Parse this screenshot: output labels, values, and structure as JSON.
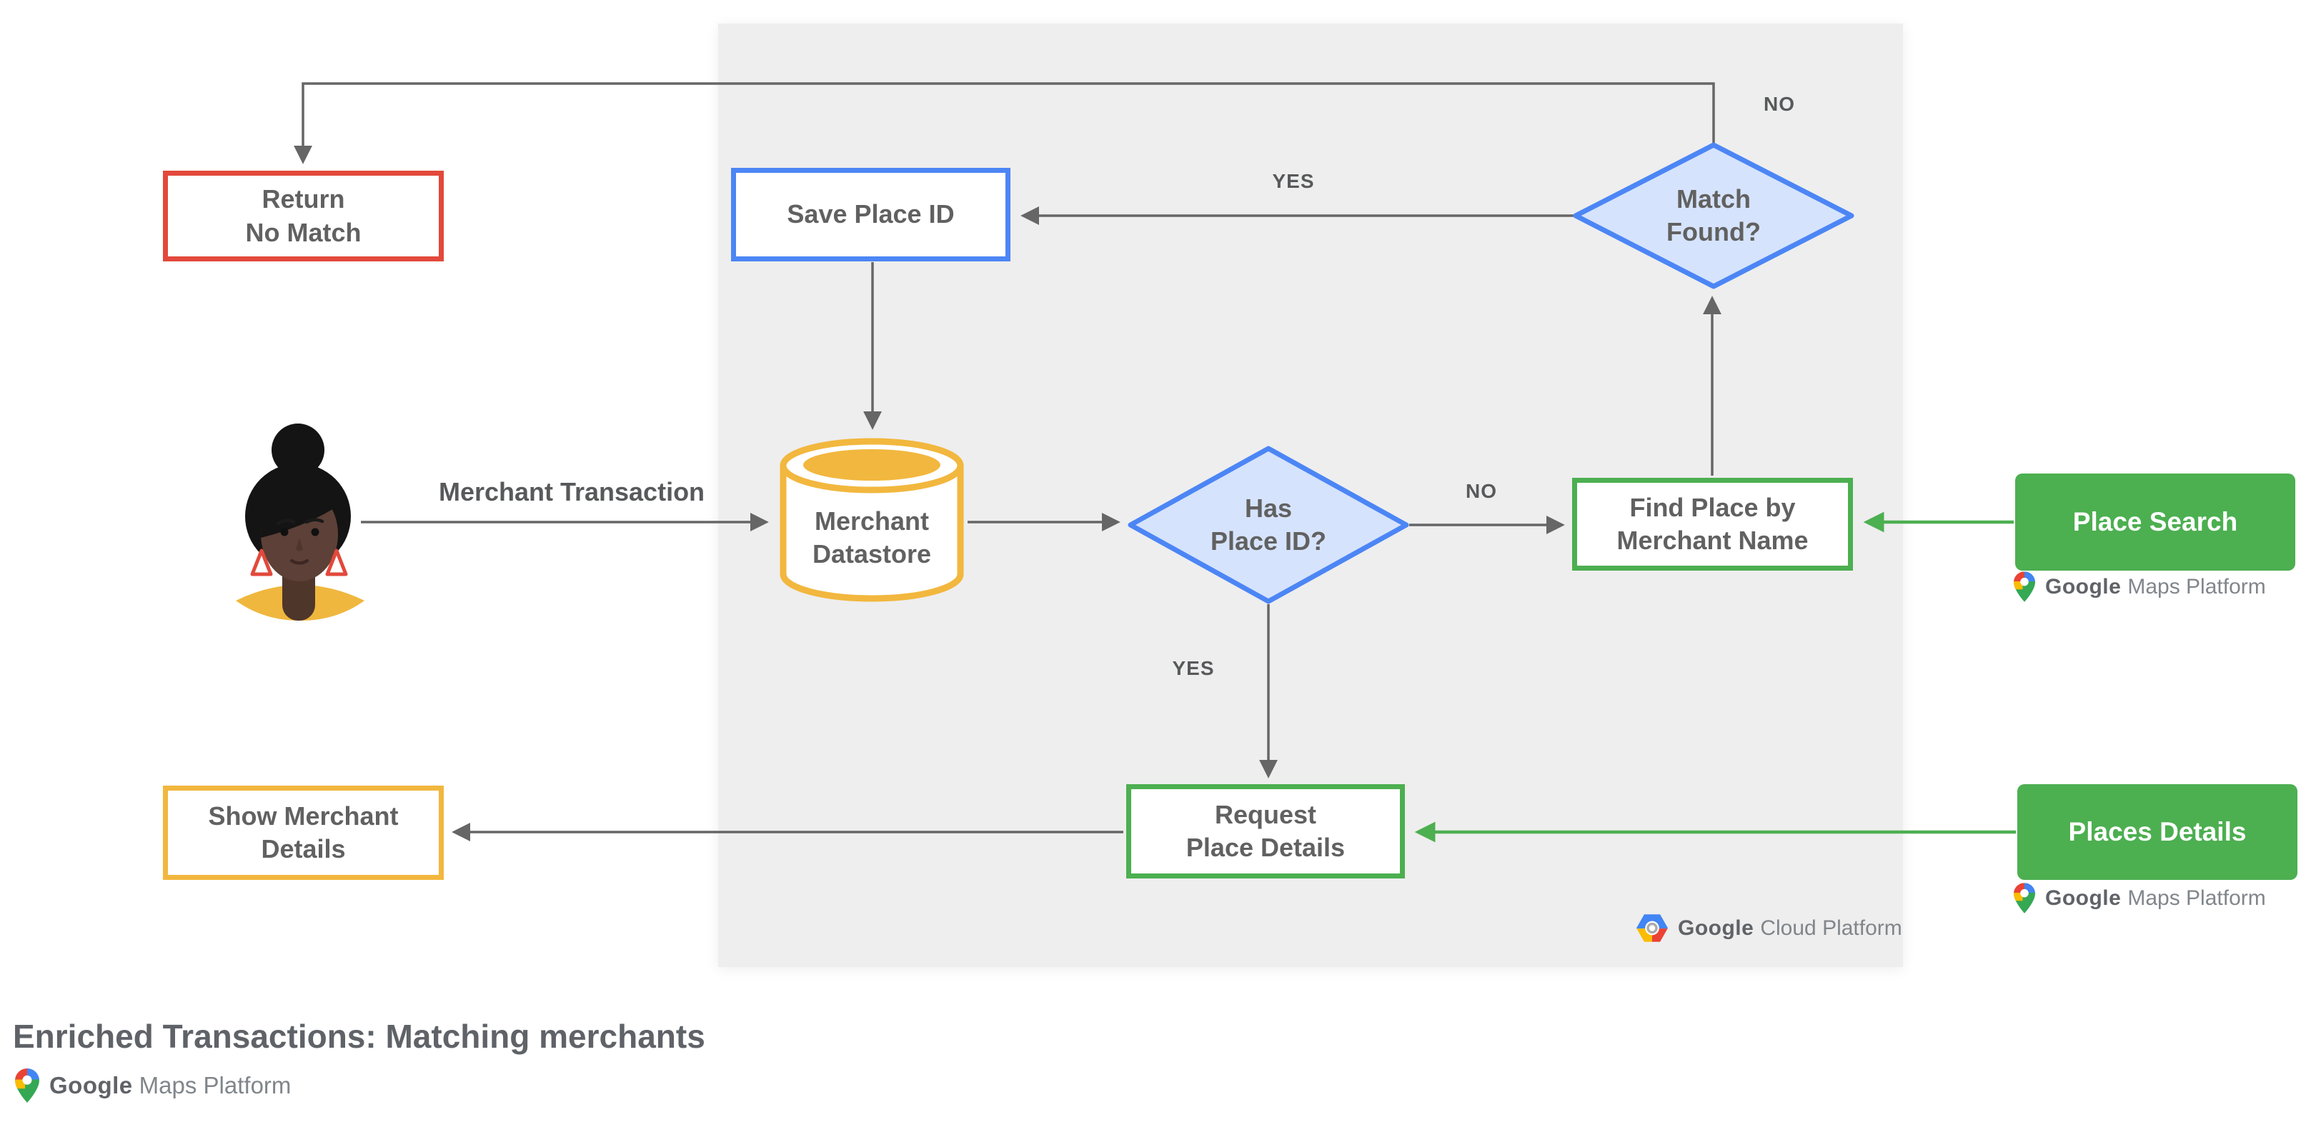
{
  "title": "Enriched Transactions: Matching merchants",
  "panel": {
    "label": "Google Cloud Platform area"
  },
  "nodes": {
    "return_no_match": {
      "label": "Return\nNo Match",
      "type": "process",
      "border_color": "#E2493B"
    },
    "save_place_id": {
      "label": "Save Place ID",
      "type": "process",
      "border_color": "#4C86F5"
    },
    "match_found": {
      "label": "Match\nFound?",
      "type": "decision",
      "fill_color": "#D6E3FC",
      "border_color": "#4C86F5"
    },
    "merchant_datastore": {
      "label": "Merchant\nDatastore",
      "type": "datastore",
      "border_color": "#F2B73E"
    },
    "has_place_id": {
      "label": "Has\nPlace ID?",
      "type": "decision",
      "fill_color": "#D6E3FC",
      "border_color": "#4C86F5"
    },
    "find_place_by_merchant_name": {
      "label": "Find Place by\nMerchant Name",
      "type": "process",
      "border_color": "#4CAF50"
    },
    "place_search": {
      "label": "Place Search",
      "type": "api",
      "fill_color": "#4CAF50"
    },
    "request_place_details": {
      "label": "Request\nPlace Details",
      "type": "process",
      "border_color": "#4CAF50"
    },
    "places_details": {
      "label": "Places Details",
      "type": "api",
      "fill_color": "#4CAF50"
    },
    "show_merchant_details": {
      "label": "Show Merchant\nDetails",
      "type": "process",
      "border_color": "#F2B73E"
    }
  },
  "edge_labels": {
    "match_found_no": "NO",
    "match_found_yes": "YES",
    "has_place_id_no": "NO",
    "has_place_id_yes": "YES",
    "merchant_transaction": "Merchant Transaction"
  },
  "actor": {
    "label": "merchant customer"
  },
  "logos": {
    "gmp": {
      "google": "Google",
      "rest": "Maps Platform"
    },
    "gcp": {
      "google": "Google",
      "rest": "Cloud Platform"
    }
  },
  "colors": {
    "panel_bg": "#EEEEEE",
    "arrow_gray": "#666666",
    "arrow_green": "#4CAF50",
    "text_gray": "#616161",
    "red": "#E2493B",
    "blue": "#4C86F5",
    "blue_fill": "#D6E3FC",
    "yellow": "#F2B73E",
    "green": "#4CAF50"
  }
}
